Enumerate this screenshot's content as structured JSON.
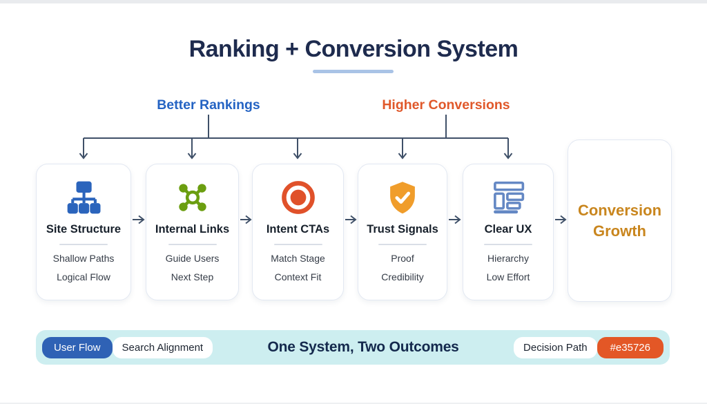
{
  "header": {
    "title": "Ranking + Conversion System"
  },
  "branches": [
    {
      "label": "Better Rankings",
      "color": "#2463c3"
    },
    {
      "label": "Higher Conversions",
      "color": "#e0582a"
    }
  ],
  "cards": [
    {
      "icon": "sitemap-icon",
      "icon_color": "#2b64bc",
      "title": "Site Structure",
      "points": [
        "Shallow Paths",
        "Logical Flow"
      ]
    },
    {
      "icon": "hub-network-icon",
      "icon_color": "#6b9e10",
      "title": "Internal Links",
      "points": [
        "Guide Users",
        "Next Step"
      ]
    },
    {
      "icon": "target-icon",
      "icon_color": "#e0512a",
      "title": "Intent CTAs",
      "points": [
        "Match Stage",
        "Context Fit"
      ]
    },
    {
      "icon": "shield-check-icon",
      "icon_color": "#f09d2b",
      "title": "Trust Signals",
      "points": [
        "Proof",
        "Credibility"
      ]
    },
    {
      "icon": "wireframe-layout-icon",
      "icon_color": "#6488c4",
      "title": "Clear UX",
      "points": [
        "Hierarchy",
        "Low Effort"
      ]
    }
  ],
  "outcome": {
    "title": "Conversion Growth",
    "color": "#c9861e"
  },
  "footer": {
    "headline": "One System, Two Outcomes",
    "badges_left": [
      {
        "label": "User Flow",
        "style": "blue"
      },
      {
        "label": "Search Alignment",
        "style": "white"
      }
    ],
    "badges_right": [
      {
        "label": "Decision Path",
        "style": "white"
      },
      {
        "label": "#e35726",
        "style": "orange"
      }
    ]
  },
  "colors": {
    "title_navy": "#1e2b4e",
    "underline_blue": "#a9c3e6",
    "connector_slate": "#3f5068",
    "outcome_gold": "#c9861e",
    "footer_bg_cyan": "#cdeef0",
    "user_flow_blue": "#2f62b5",
    "swatch_orange": "#e35726"
  }
}
